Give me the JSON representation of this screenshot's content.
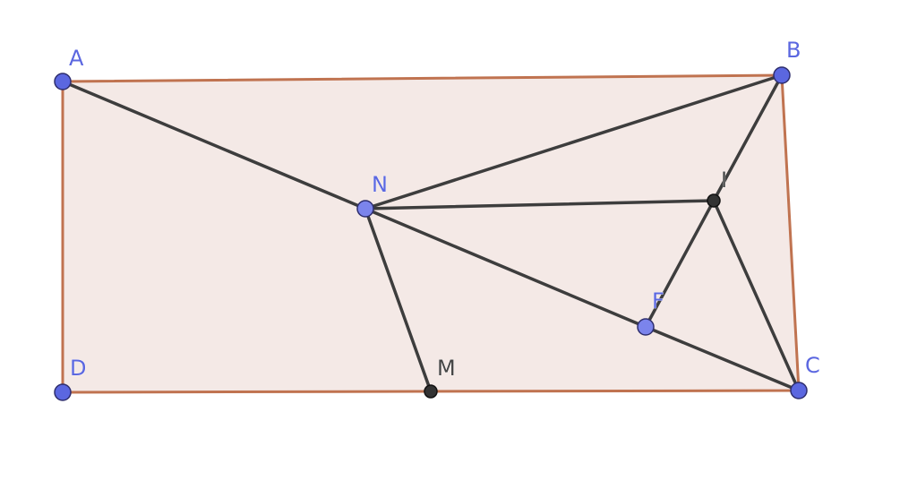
{
  "diagram": {
    "polygon": {
      "fill": "#f4e9e6",
      "stroke": "#c07350"
    },
    "points": {
      "A": {
        "label": "A",
        "kind": "free",
        "color": "#5b67e0",
        "label_color": "#5b67e0"
      },
      "B": {
        "label": "B",
        "kind": "free",
        "color": "#5b67e0",
        "label_color": "#5b67e0"
      },
      "C": {
        "label": "C",
        "kind": "free",
        "color": "#5b67e0",
        "label_color": "#5b67e0"
      },
      "D": {
        "label": "D",
        "kind": "free",
        "color": "#5b67e0",
        "label_color": "#5b67e0"
      },
      "N": {
        "label": "N",
        "kind": "free",
        "color": "#7b84ec",
        "label_color": "#5b67e0"
      },
      "F": {
        "label": "F",
        "kind": "free",
        "color": "#7b84ec",
        "label_color": "#5b67e0"
      },
      "M": {
        "label": "M",
        "kind": "dependent",
        "color": "#333333",
        "label_color": "#444444"
      },
      "I": {
        "label": "I",
        "kind": "dependent",
        "color": "#333333",
        "label_color": "#444444"
      }
    },
    "segments": [
      [
        "A",
        "N"
      ],
      [
        "N",
        "B"
      ],
      [
        "N",
        "I"
      ],
      [
        "N",
        "M"
      ],
      [
        "N",
        "F"
      ],
      [
        "F",
        "C"
      ],
      [
        "B",
        "I"
      ],
      [
        "I",
        "F"
      ],
      [
        "I",
        "C"
      ]
    ],
    "segment_color": "#3d3d3d"
  }
}
